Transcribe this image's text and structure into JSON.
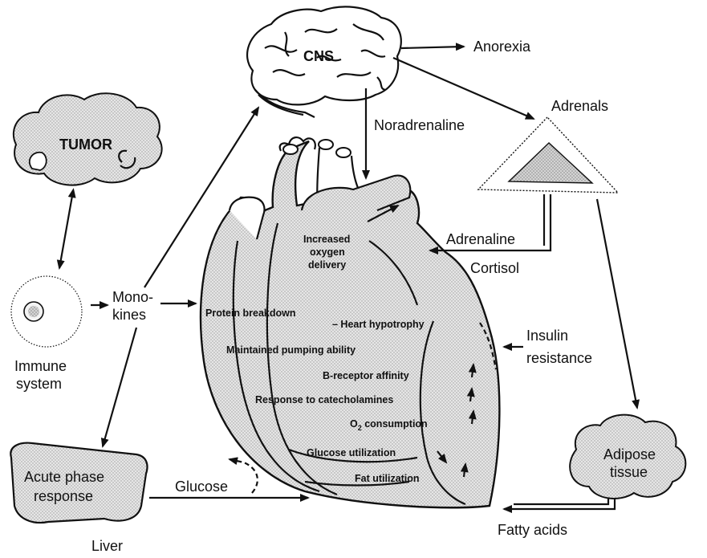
{
  "labels": {
    "cns": "CNS",
    "anorexia": "Anorexia",
    "adrenals": "Adrenals",
    "noradrenaline": "Noradrenaline",
    "tumor": "TUMOR",
    "monokines_1": "Mono-",
    "monokines_2": "kines",
    "immune_1": "Immune",
    "immune_2": "system",
    "adrenaline": "Adrenaline",
    "cortisol": "Cortisol",
    "insulin_1": "Insulin",
    "insulin_2": "resistance",
    "adipose_1": "Adipose",
    "adipose_2": "tissue",
    "fatty_acids": "Fatty acids",
    "acute_1": "Acute phase",
    "acute_2": "response",
    "liver": "Liver",
    "glucose": "Glucose"
  },
  "heart_effects": {
    "oxygen_1": "Increased",
    "oxygen_2": "oxygen",
    "oxygen_3": "delivery",
    "protein": "Protein breakdown",
    "hypertrophy": "– Heart hypotrophy",
    "pumping": "Maintained pumping ability",
    "receptor": "B-receptor affinity",
    "catecholamines": "Response to catecholamines",
    "o2_pre": "O",
    "o2_sub": "2",
    "o2_post": " consumption",
    "glucose_util": "Glucose utilization",
    "fat_util": "Fat utilization"
  }
}
